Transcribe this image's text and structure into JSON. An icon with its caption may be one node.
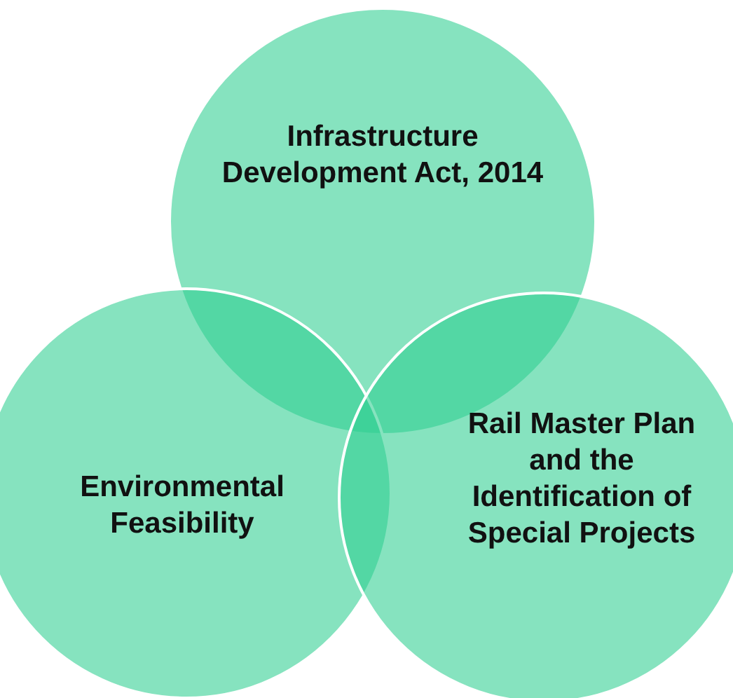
{
  "diagram": {
    "nodes": [
      {
        "text": [
          "Infrastructure Development Act, 2014"
        ]
      },
      {
        "text": [
          "Environmental Feasibility"
        ]
      },
      {
        "text": [
          "Rail Master Plan and the Identification of Special Projects"
        ]
      }
    ],
    "edges": []
  }
}
